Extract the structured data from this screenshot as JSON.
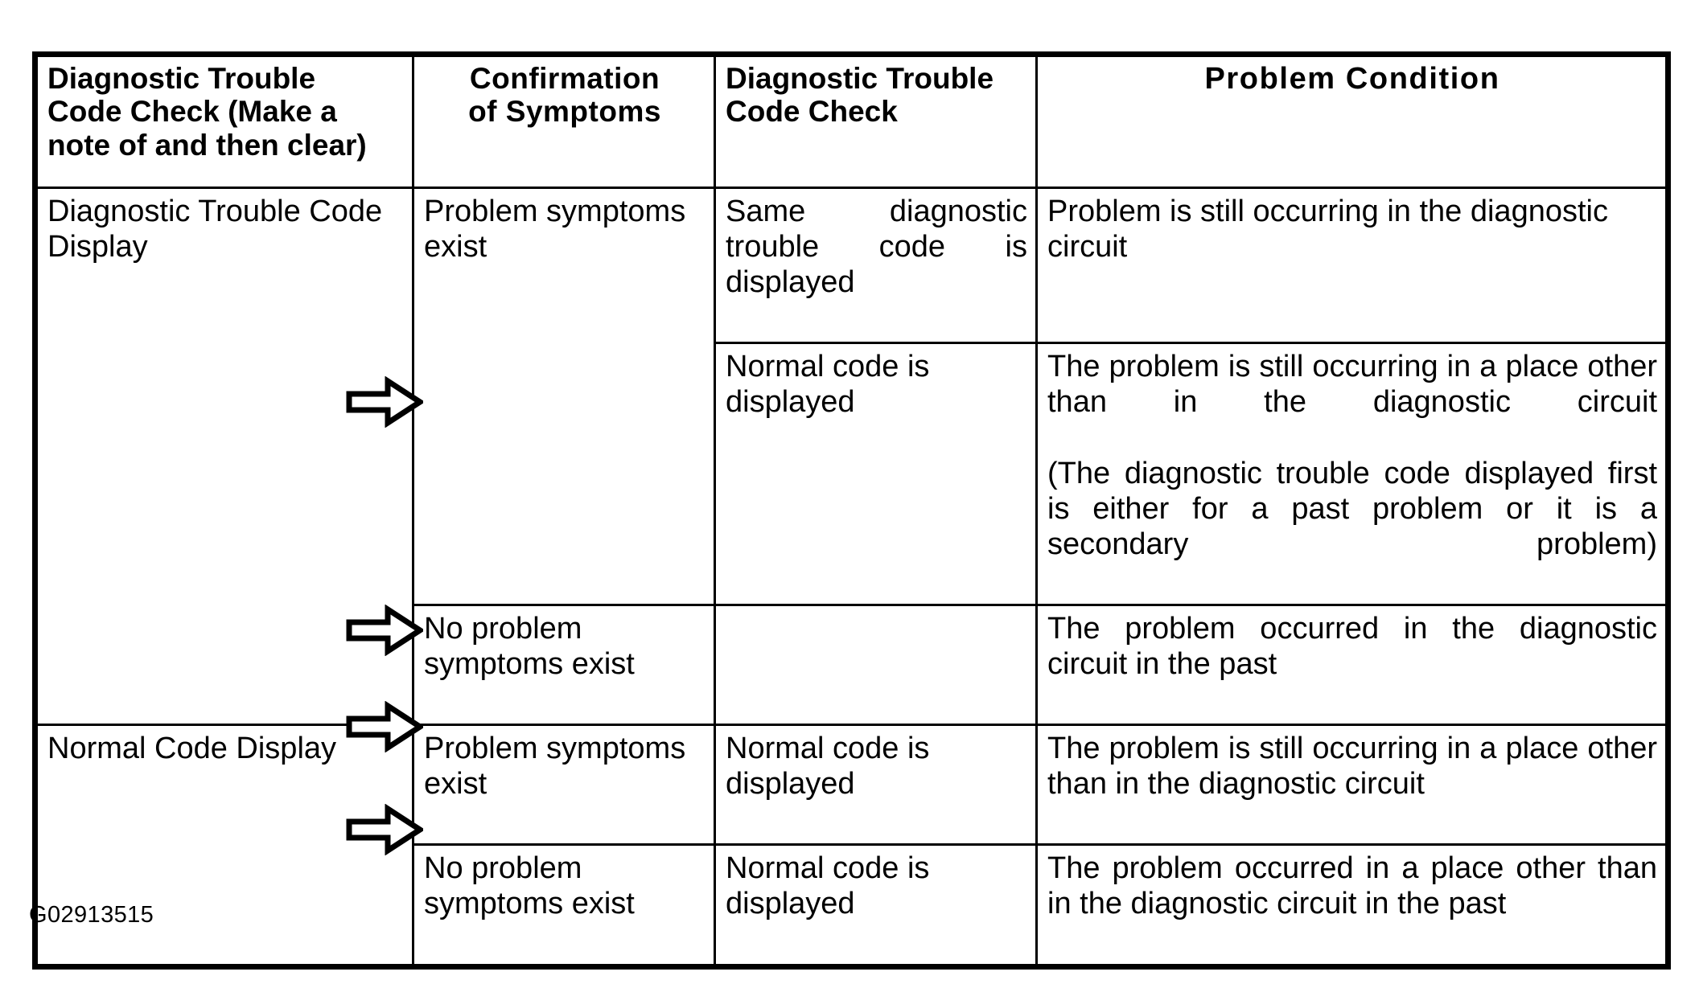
{
  "figure": {
    "caption": "G02913515"
  },
  "table": {
    "headers": [
      {
        "id": "dtc-check-clear",
        "line1": "Diagnostic Trouble",
        "line2": "Code Check (Make a",
        "line3": "note of and then clear)"
      },
      {
        "id": "confirmation-of-symptoms",
        "line1": "Confirmation",
        "line2": "of Symptoms"
      },
      {
        "id": "diagnostic-trouble-code-check",
        "line1": "Diagnostic Trouble",
        "line2": "Code Check"
      },
      {
        "id": "problem-condition",
        "line1": "Problem Condition"
      }
    ],
    "rows": [
      {
        "id": "row-dtc-display-same-code",
        "col1": "Diagnostic Trouble Code Display",
        "col2": "Problem symptoms exist",
        "col3": "Same diagnostic trouble code is displayed",
        "col4": "Problem is still occurring in the diagnostic circuit"
      },
      {
        "id": "row-dtc-display-normal-code",
        "col3": "Normal code is displayed",
        "col4_part1": "The problem is still occurring in a place other than in the diagnostic circuit",
        "col4_part2": "(The diagnostic trouble code displayed first is either for a past problem or it is a secondary problem)"
      },
      {
        "id": "row-dtc-display-no-symptoms",
        "col2": "No problem symptoms exist",
        "col4": "The problem occurred in the diagnostic circuit in the past"
      },
      {
        "id": "row-normal-display-symptoms",
        "col1": "Normal Code Display",
        "col2": "Problem symptoms exist",
        "col3": "Normal code is displayed",
        "col4": "The problem is still occurring in a place other than in the diagnostic circuit"
      },
      {
        "id": "row-normal-display-no-symptoms",
        "col2": "No problem symptoms exist",
        "col3": "Normal code is displayed",
        "col4": "The problem occurred in a place other than in the diagnostic circuit in the past"
      }
    ]
  },
  "icons": {
    "arrow_right_outline": "arrow-right-outline-icon"
  },
  "colors": {
    "ink": "#000000",
    "paper": "#ffffff"
  }
}
